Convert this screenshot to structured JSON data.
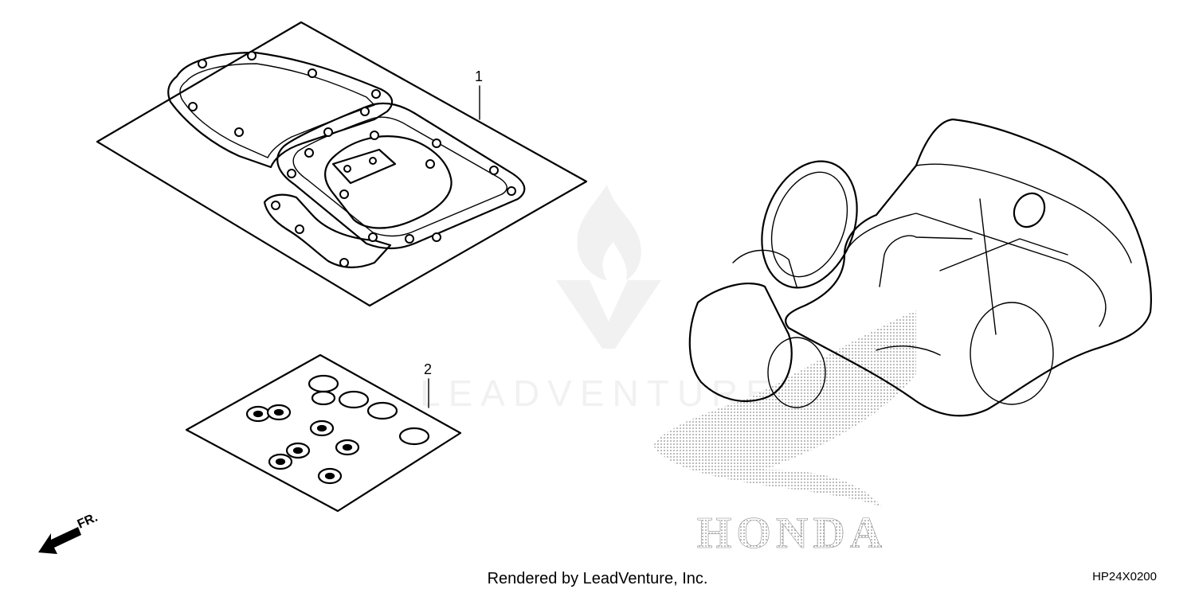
{
  "callouts": [
    {
      "number": "1",
      "part": "gasket-kit-a"
    },
    {
      "number": "2",
      "part": "gasket-kit-b"
    }
  ],
  "direction": {
    "label": "FR."
  },
  "watermark": {
    "text": "LEADVENTURE"
  },
  "brand_logo": {
    "text": "HONDA"
  },
  "footer": {
    "text": "Rendered by LeadVenture, Inc."
  },
  "diagram_code": "HP24X0200",
  "colors": {
    "ink": "#000000",
    "watermark": "#e6e6e6",
    "halftone": "#8c8c8c"
  }
}
